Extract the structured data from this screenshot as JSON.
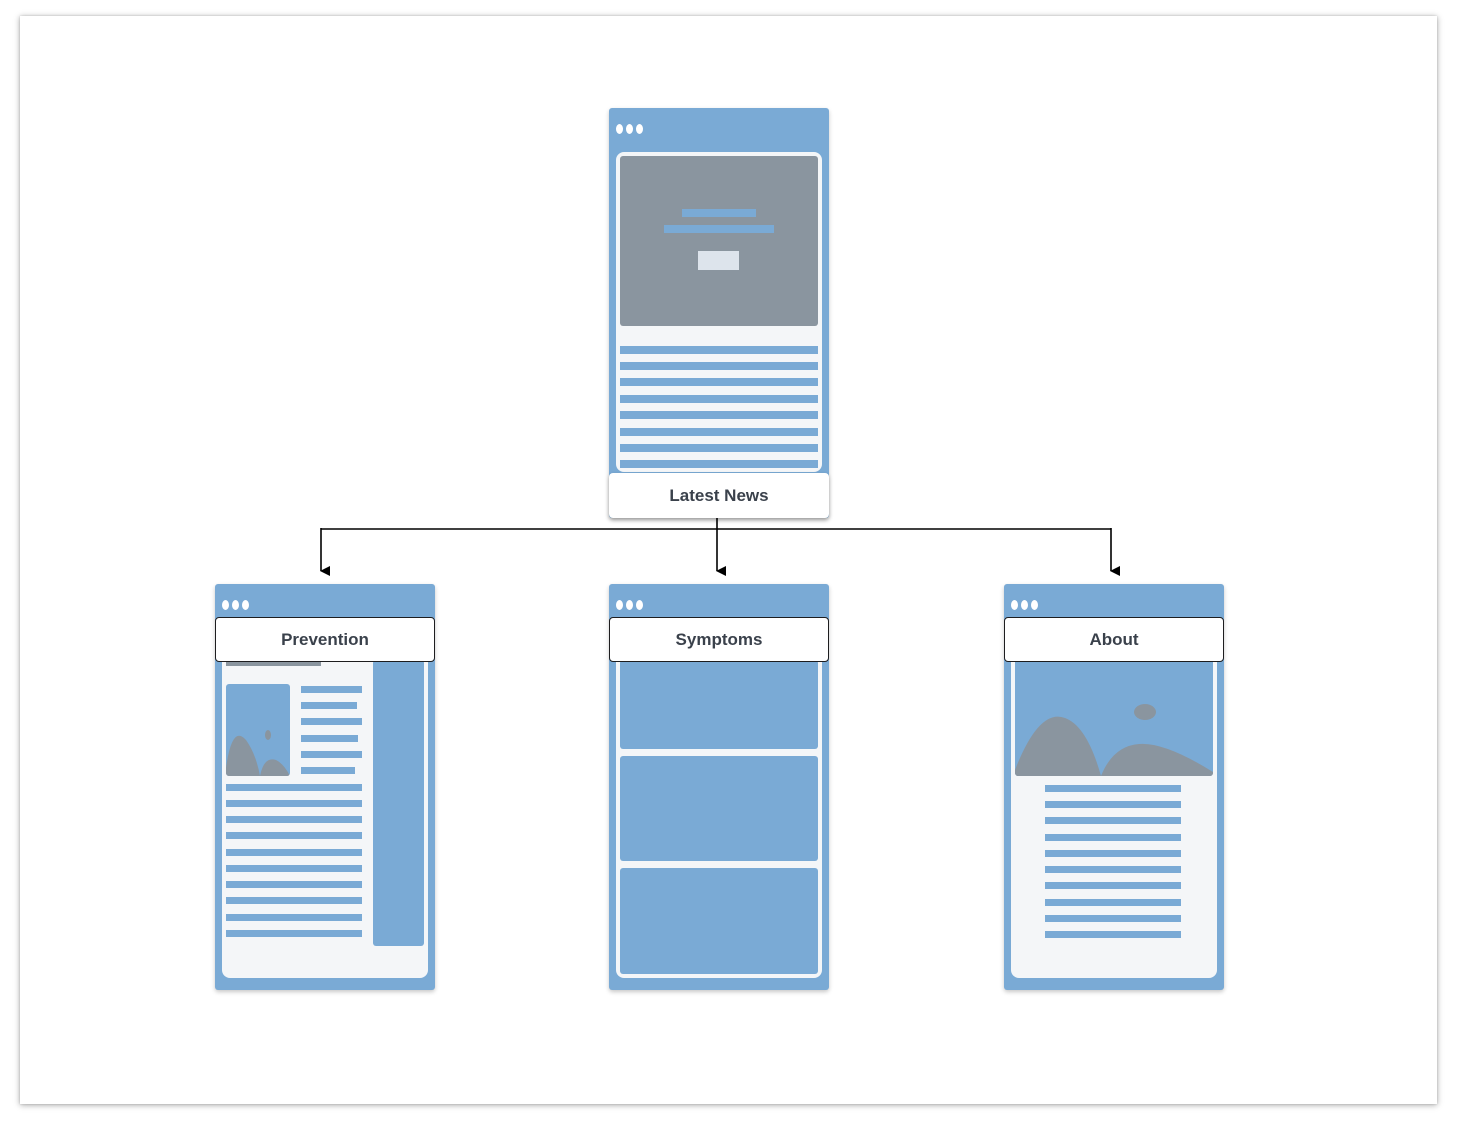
{
  "nodes": {
    "root": {
      "label": "Latest News"
    },
    "children": [
      {
        "label": "Prevention"
      },
      {
        "label": "Symptoms"
      },
      {
        "label": "About"
      }
    ]
  },
  "colors": {
    "frame": "#7aaad5",
    "screen": "#f4f6f8",
    "placeholder_gray": "#8a959f",
    "connector": "#000000",
    "label_text": "#3a414b"
  },
  "icons": [
    "window-dots-icon",
    "image-placeholder-icon",
    "arrow-down-icon"
  ]
}
